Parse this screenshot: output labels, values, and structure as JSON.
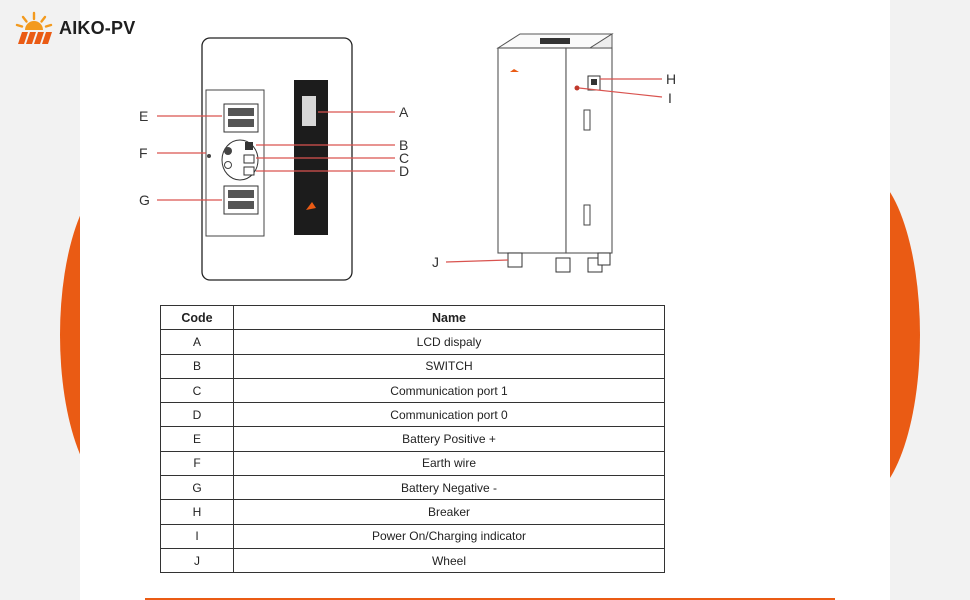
{
  "brand": {
    "name": "AIKO-PV"
  },
  "colors": {
    "accent": "#ea5b14",
    "ink": "#1e1e1e",
    "leader": "#d9534f"
  },
  "callouts": {
    "A": "A",
    "B": "B",
    "C": "C",
    "D": "D",
    "E": "E",
    "F": "F",
    "G": "G",
    "H": "H",
    "I": "I",
    "J": "J"
  },
  "table": {
    "headers": {
      "code": "Code",
      "name": "Name"
    },
    "rows": [
      {
        "code": "A",
        "name": "LCD dispaly"
      },
      {
        "code": "B",
        "name": "SWITCH"
      },
      {
        "code": "C",
        "name": "Communication port  1"
      },
      {
        "code": "D",
        "name": "Communication port  0"
      },
      {
        "code": "E",
        "name": "Battery Positive +"
      },
      {
        "code": "F",
        "name": "Earth wire"
      },
      {
        "code": "G",
        "name": "Battery Negative -"
      },
      {
        "code": "H",
        "name": "Breaker"
      },
      {
        "code": "I",
        "name": "Power On/Charging indicator"
      },
      {
        "code": "J",
        "name": "Wheel"
      }
    ]
  }
}
